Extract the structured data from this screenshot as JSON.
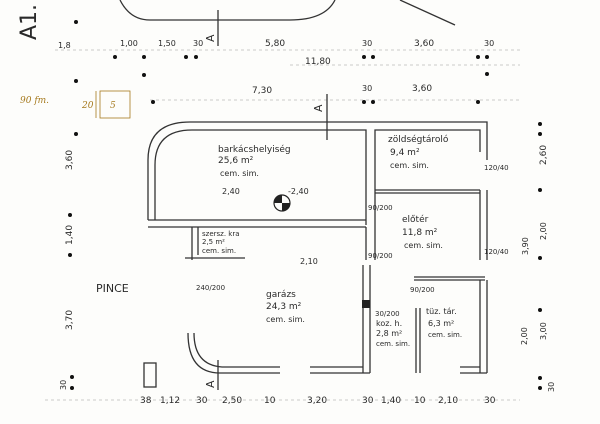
{
  "sheet_label": "A1.",
  "title": "PINCE",
  "note": {
    "text": "90 fm.",
    "a": "20",
    "b": "5",
    "color": "#a67a1e"
  },
  "section_marker": "A",
  "rooms": [
    {
      "name": "barkácshelyiség",
      "area": "25,6 m²",
      "floor": "cem. sim."
    },
    {
      "name": "zöldségtároló",
      "area": "9,4 m²",
      "floor": "cem. sim."
    },
    {
      "name": "előtér",
      "area": "11,8 m²",
      "floor": "cem. sim."
    },
    {
      "name": "szersz. kra",
      "area": "2,5 m²",
      "floor": "cem. sim."
    },
    {
      "name": "garázs",
      "area": "24,3 m²",
      "floor": "cem. sim."
    },
    {
      "name": "koz. h.",
      "area": "2,8 m²",
      "floor": "cem. sim."
    },
    {
      "name": "tüz. tár.",
      "area": "6,3 m²",
      "floor": "cem. sim."
    }
  ],
  "levels": [
    "2,40",
    "-2,40",
    "2,10"
  ],
  "openings": [
    "120/40",
    "120/40",
    "90/200",
    "90/200",
    "240/200",
    "90/200",
    "30/200"
  ],
  "dims_top_row1": [
    "1,8",
    "1,00",
    "1,50",
    "30",
    "5,80",
    "30",
    "3,60",
    "30"
  ],
  "dims_top_row2": [
    "11,80"
  ],
  "dims_top_row3": [
    "7,30",
    "30",
    "3,60"
  ],
  "dims_bottom": [
    "38",
    "1,12",
    "30",
    "2,50",
    "10",
    "3,20",
    "30",
    "1,40",
    "10",
    "2,10",
    "30"
  ],
  "dims_left": [
    "3,60",
    "1,40",
    "3,70",
    "30"
  ],
  "dims_right": [
    "2,60",
    "3,90",
    "2,00",
    "2,00",
    "3,00",
    "30"
  ]
}
